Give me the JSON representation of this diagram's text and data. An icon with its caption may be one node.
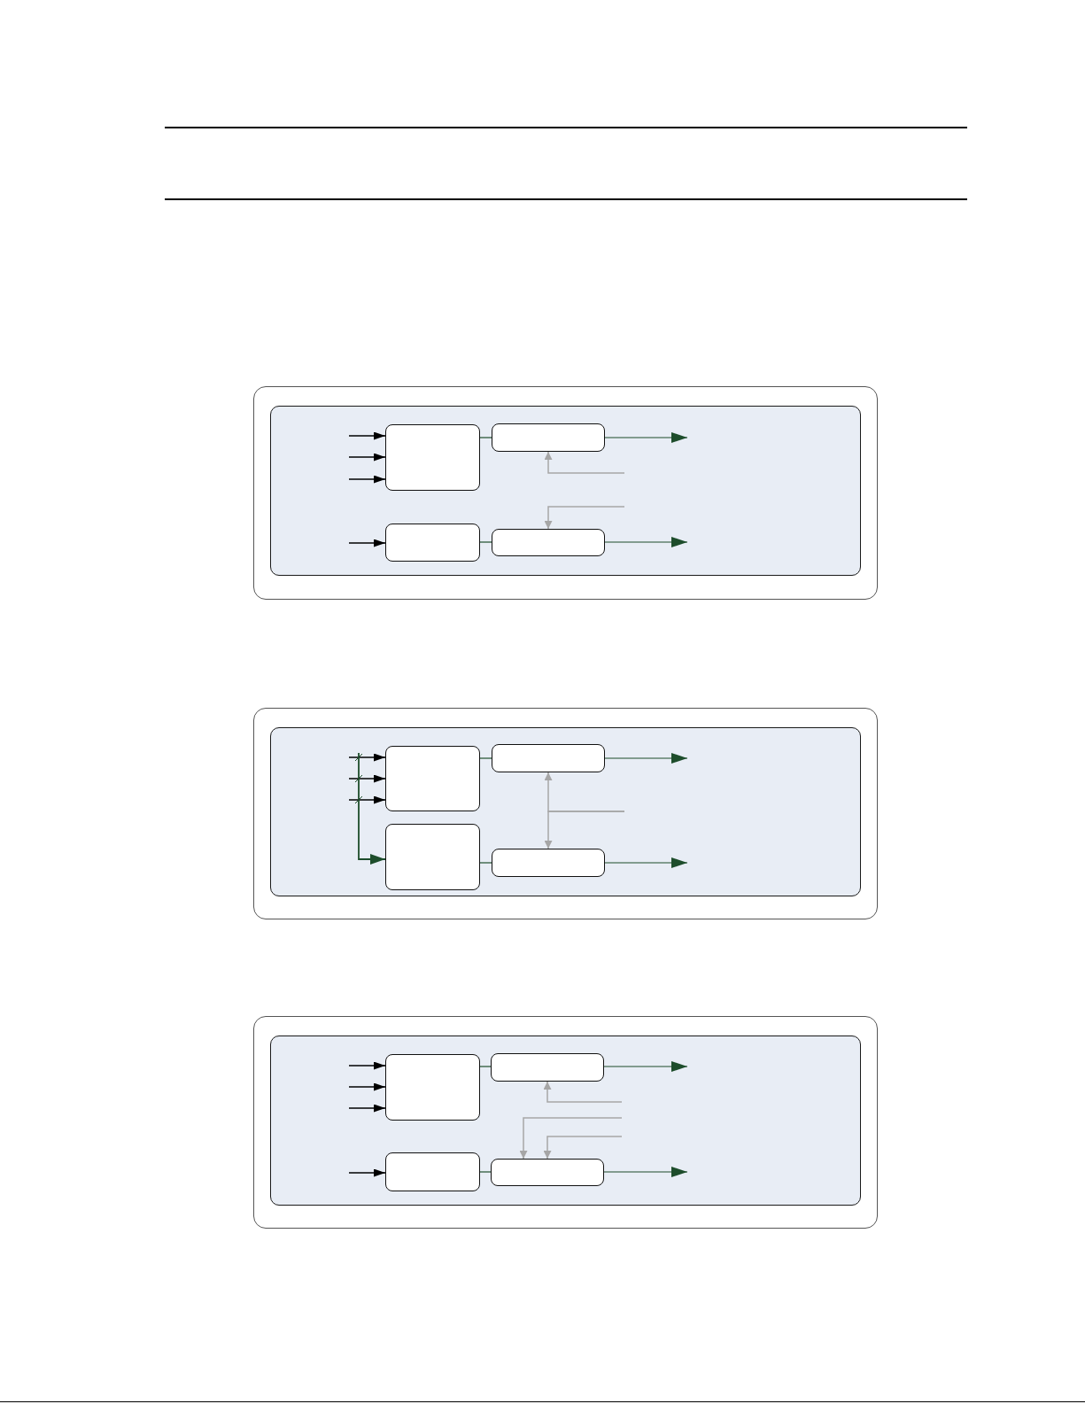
{
  "diagram": {
    "nodes": [
      {
        "text": [],
        "shape": "box"
      },
      {
        "text": [],
        "shape": "box",
        "in": 0
      },
      {
        "text": [],
        "shape": "box",
        "in": 1
      },
      {
        "text": [],
        "shape": "box",
        "in": 1
      },
      {
        "text": [],
        "shape": "box",
        "in": 1
      },
      {
        "text": [],
        "shape": "box",
        "in": 1
      },
      {
        "text": [],
        "shape": "box"
      },
      {
        "text": [],
        "shape": "box",
        "in": 6
      },
      {
        "text": [],
        "shape": "box",
        "in": 7
      },
      {
        "text": [],
        "shape": "box",
        "in": 7
      },
      {
        "text": [],
        "shape": "box",
        "in": 7
      },
      {
        "text": [],
        "shape": "box",
        "in": 7
      },
      {
        "text": [],
        "shape": "box"
      },
      {
        "text": [],
        "shape": "box",
        "in": 12
      },
      {
        "text": [],
        "shape": "box",
        "in": 13
      },
      {
        "text": [],
        "shape": "box",
        "in": 13
      },
      {
        "text": [],
        "shape": "box",
        "in": 13
      },
      {
        "text": [],
        "shape": "box",
        "in": 13
      }
    ],
    "edges": [
      {
        "from": null,
        "to": 2,
        "arrow": "to",
        "color": "#000000"
      },
      {
        "from": null,
        "to": 2,
        "arrow": "to",
        "color": "#000000"
      },
      {
        "from": null,
        "to": 2,
        "arrow": "to",
        "color": "#000000"
      },
      {
        "from": null,
        "to": 4,
        "arrow": "to",
        "color": "#000000"
      },
      {
        "from": 2,
        "to": 3,
        "arrow": "none"
      },
      {
        "from": 4,
        "to": 5,
        "arrow": "none"
      },
      {
        "from": 3,
        "to": null,
        "arrow": "to"
      },
      {
        "from": 5,
        "to": null,
        "arrow": "to"
      },
      {
        "from": null,
        "to": 3,
        "arrow": "to",
        "color": "#a6a6a6"
      },
      {
        "from": null,
        "to": 5,
        "arrow": "to",
        "color": "#a6a6a6"
      },
      {
        "from": null,
        "to": 8,
        "arrow": "to",
        "color": "#000000"
      },
      {
        "from": null,
        "to": 8,
        "arrow": "to",
        "color": "#000000"
      },
      {
        "from": null,
        "to": 8,
        "arrow": "to",
        "color": "#000000"
      },
      {
        "from": null,
        "to": 10,
        "arrow": "to"
      },
      {
        "from": 8,
        "to": 9,
        "arrow": "none"
      },
      {
        "from": 10,
        "to": 11,
        "arrow": "none"
      },
      {
        "from": 9,
        "to": null,
        "arrow": "to"
      },
      {
        "from": 11,
        "to": null,
        "arrow": "to"
      },
      {
        "from": null,
        "to": 9,
        "arrow": "to",
        "color": "#a6a6a6"
      },
      {
        "from": null,
        "to": 11,
        "arrow": "to",
        "color": "#a6a6a6"
      },
      {
        "from": null,
        "to": 14,
        "arrow": "to",
        "color": "#000000"
      },
      {
        "from": null,
        "to": 14,
        "arrow": "to",
        "color": "#000000"
      },
      {
        "from": null,
        "to": 14,
        "arrow": "to",
        "color": "#000000"
      },
      {
        "from": null,
        "to": 16,
        "arrow": "to",
        "color": "#000000"
      },
      {
        "from": 14,
        "to": 15,
        "arrow": "none"
      },
      {
        "from": 16,
        "to": 17,
        "arrow": "none"
      },
      {
        "from": 15,
        "to": null,
        "arrow": "to"
      },
      {
        "from": 17,
        "to": null,
        "arrow": "to"
      },
      {
        "from": null,
        "to": 15,
        "arrow": "to",
        "color": "#a6a6a6"
      },
      {
        "from": null,
        "to": 17,
        "arrow": "to",
        "color": "#a6a6a6"
      },
      {
        "from": null,
        "to": 17,
        "arrow": "to",
        "color": "#a6a6a6"
      }
    ]
  }
}
